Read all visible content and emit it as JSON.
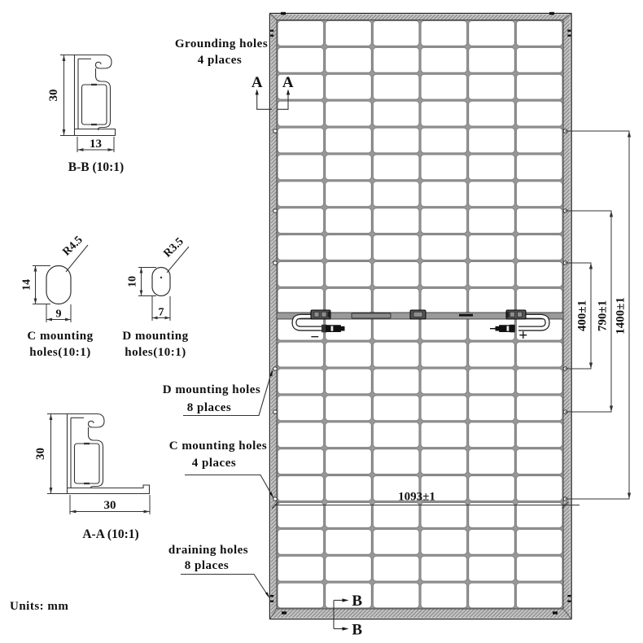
{
  "units_note": "Units: mm",
  "callouts": {
    "grounding": {
      "line1": "Grounding holes",
      "line2": "4 places"
    },
    "d_mounting": {
      "line1": "D mounting holes",
      "line2": "8 places"
    },
    "c_mounting": {
      "line1": "C mounting holes",
      "line2": "4 places"
    },
    "draining": {
      "line1": "draining holes",
      "line2": "8 places"
    }
  },
  "dimensions": {
    "inner_span": "400±1",
    "mid_span": "790±1",
    "outer_span": "1400±1",
    "width": "1093±1"
  },
  "sections": {
    "a": "A",
    "b": "B"
  },
  "polarity": {
    "plus": "+",
    "minus": "−"
  },
  "details": {
    "bb": {
      "label": "B-B (10:1)",
      "dim_height": "30",
      "dim_width": "13"
    },
    "aa": {
      "label": "A-A (10:1)",
      "dim_height": "30",
      "dim_width": "30"
    },
    "c_hole": {
      "label_line1": "C mounting",
      "label_line2": "holes(10:1)",
      "dim_radius": "R4.5",
      "dim_height": "14",
      "dim_width": "9"
    },
    "d_hole": {
      "label_line1": "D mounting",
      "label_line2": "holes(10:1)",
      "dim_radius": "R3.5",
      "dim_height": "10",
      "dim_width": "7"
    }
  },
  "colors": {
    "line": "#333333",
    "cell_gap": "#9c9c9c",
    "frame": "#a8a8a8",
    "background": "#ffffff"
  }
}
